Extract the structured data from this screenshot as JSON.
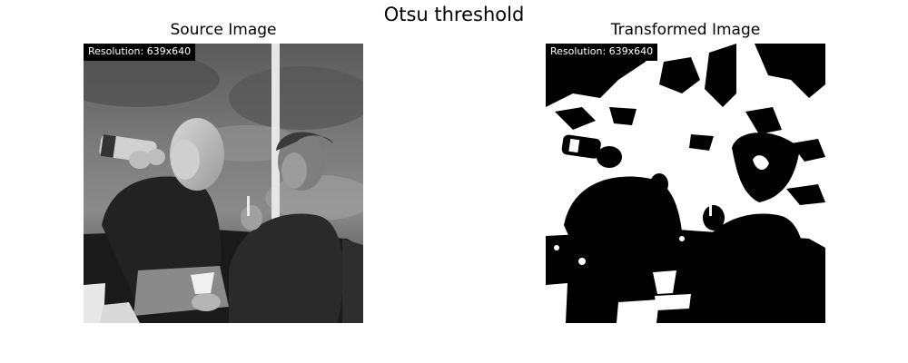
{
  "figure": {
    "suptitle": "Otsu threshold"
  },
  "panels": [
    {
      "title": "Source Image",
      "resolution_label": "Resolution: 639x640",
      "rendering": "grayscale photograph"
    },
    {
      "title": "Transformed Image",
      "resolution_label": "Resolution: 639x640",
      "rendering": "binary black/white"
    }
  ]
}
